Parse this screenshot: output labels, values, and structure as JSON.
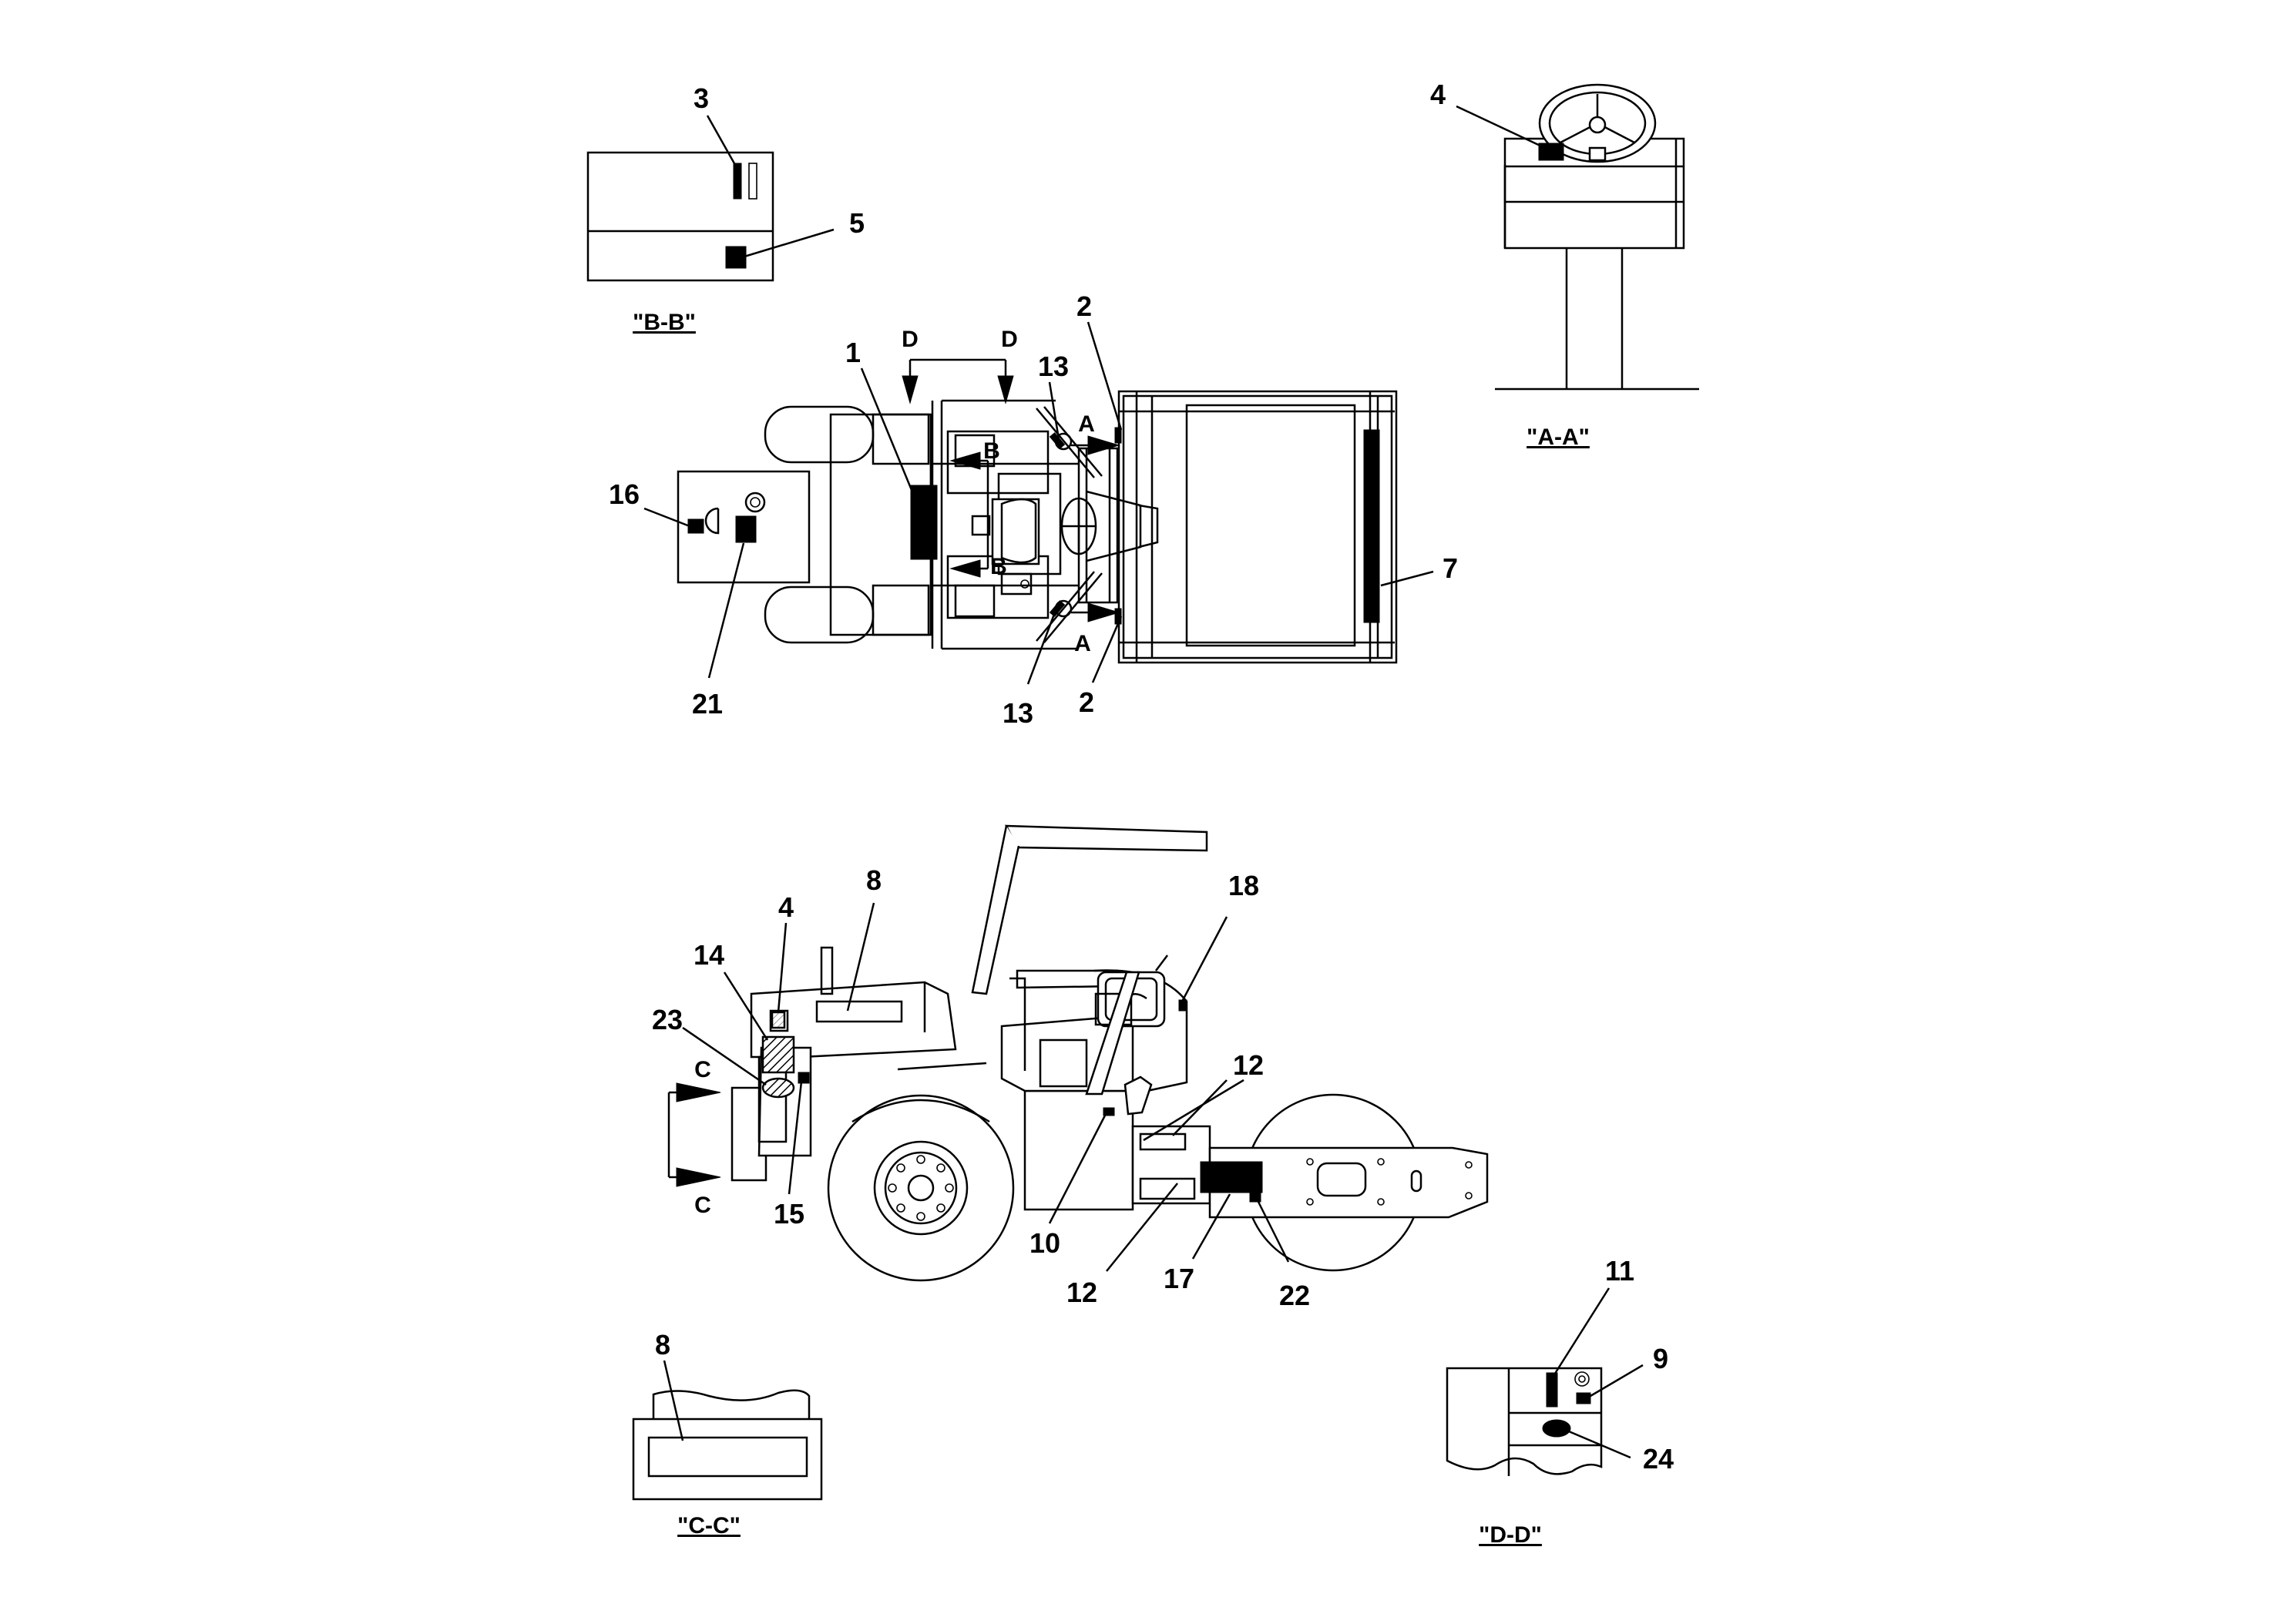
{
  "views": {
    "bb": {
      "caption": "\"B-B\""
    },
    "aa": {
      "caption": "\"A-A\""
    },
    "cc": {
      "caption": "\"C-C\""
    },
    "dd": {
      "caption": "\"D-D\""
    }
  },
  "section_letters": {
    "d_left": "D",
    "d_right": "D",
    "a_top": "A",
    "a_bottom": "A",
    "b_top": "B",
    "b_bottom": "B",
    "c_top": "C",
    "c_bottom": "C"
  },
  "callouts": {
    "bb_3": "3",
    "bb_5": "5",
    "aa_4": "4",
    "top_1": "1",
    "top_2a": "2",
    "top_2b": "2",
    "top_13a": "13",
    "top_13b": "13",
    "top_16": "16",
    "top_21": "21",
    "top_7": "7",
    "side_4": "4",
    "side_8": "8",
    "side_14": "14",
    "side_23": "23",
    "side_15": "15",
    "side_10": "10",
    "side_12a": "12",
    "side_12b": "12",
    "side_17": "17",
    "side_22": "22",
    "side_18": "18",
    "cc_8": "8",
    "dd_11": "11",
    "dd_9": "9",
    "dd_24": "24"
  }
}
